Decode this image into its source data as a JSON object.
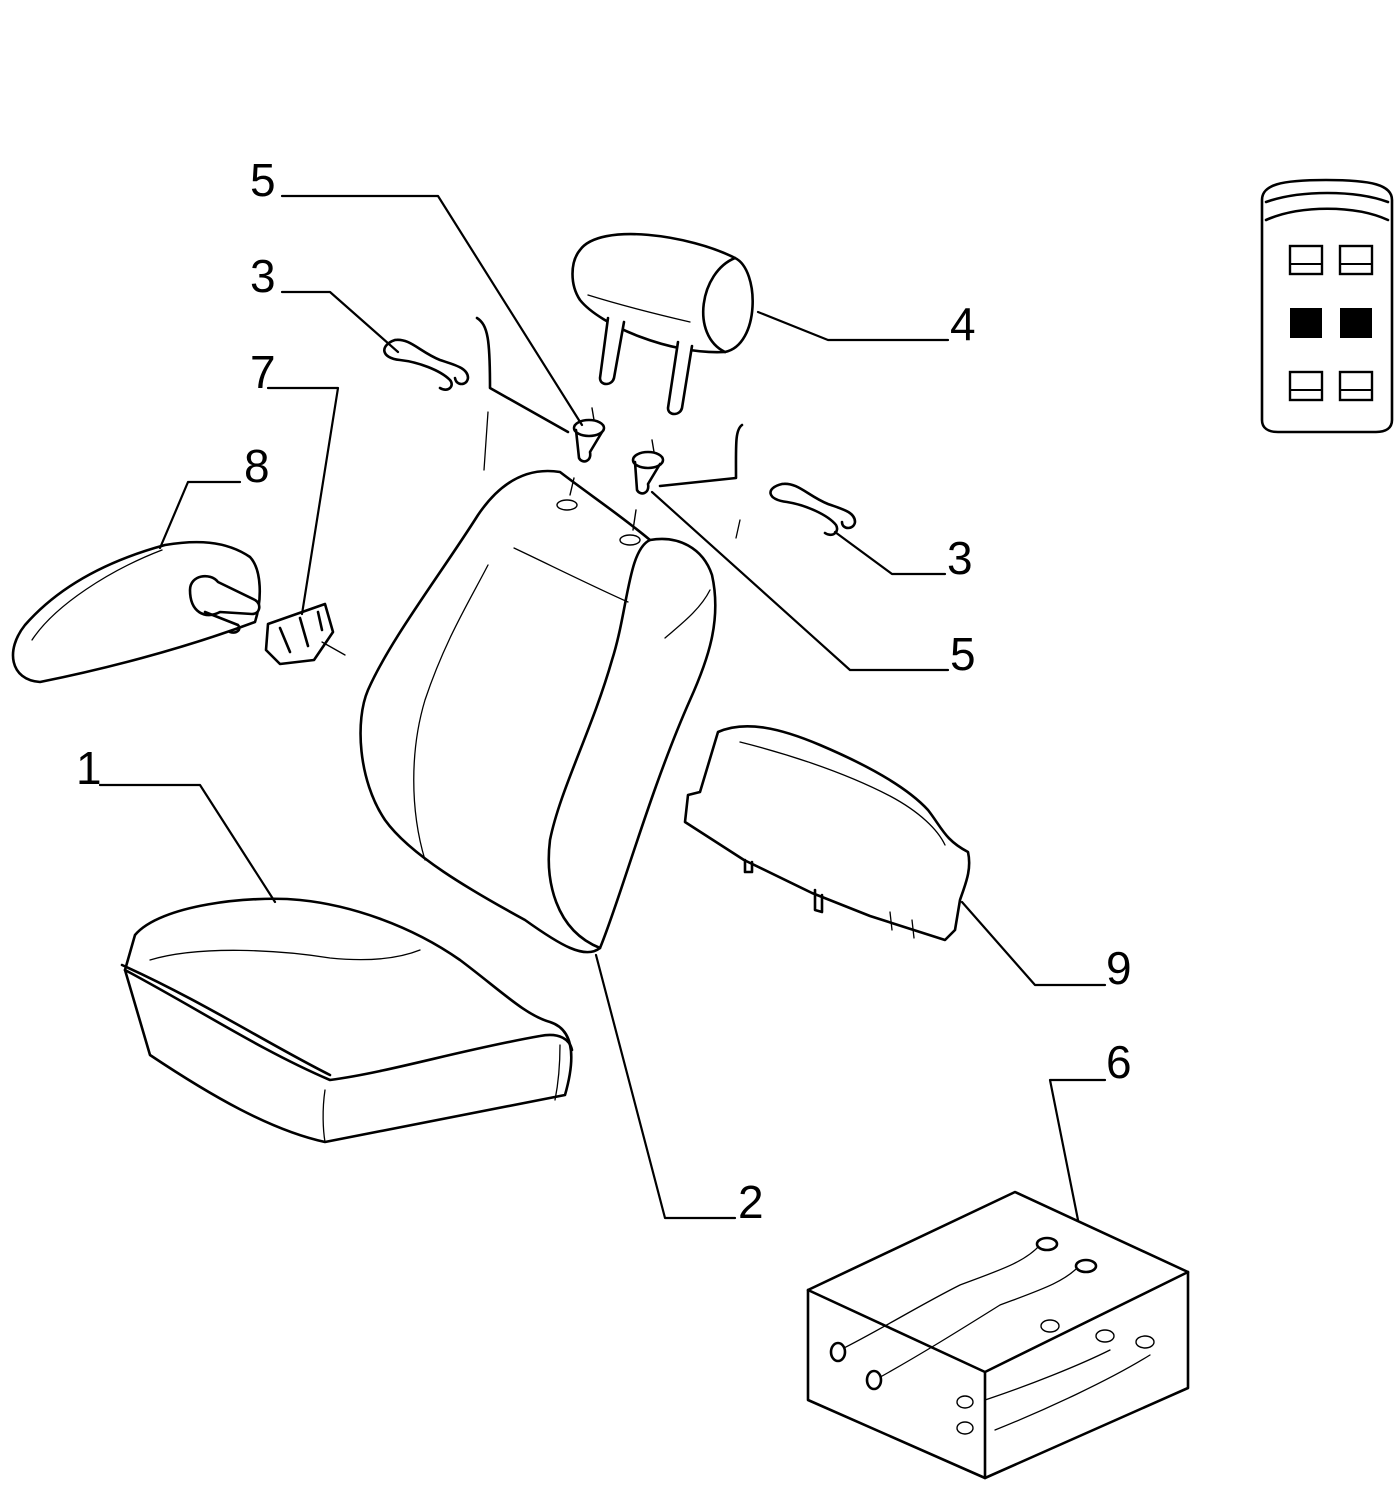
{
  "callouts": {
    "c1": "1",
    "c2": "2",
    "c3a": "3",
    "c3b": "3",
    "c4": "4",
    "c5a": "5",
    "c5b": "5",
    "c6": "6",
    "c7": "7",
    "c8": "8",
    "c9": "9"
  },
  "legend_icon": "seat-layout-icon"
}
